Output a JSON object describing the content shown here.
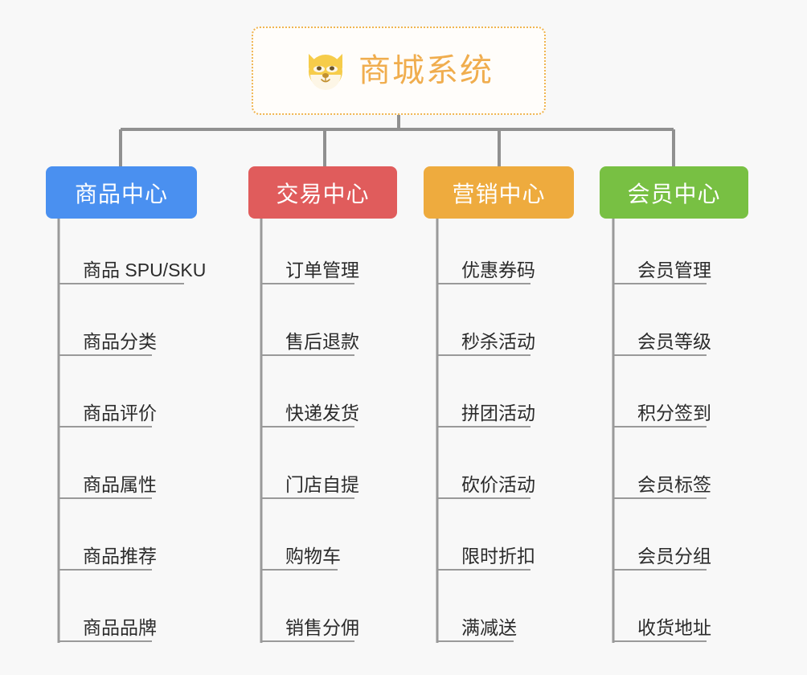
{
  "background_color": "#f8f8f8",
  "root": {
    "icon": "dog-face-emoji",
    "title": "商城系统",
    "border_color": "#f0b551",
    "text_color": "#f0ad4e"
  },
  "connector_color": "#909090",
  "underline_color": "#9a9a9a",
  "branches": [
    {
      "label": "商品中心",
      "color": "#4a90f0",
      "items": [
        "商品 SPU/SKU",
        "商品分类",
        "商品评价",
        "商品属性",
        "商品推荐",
        "商品品牌"
      ]
    },
    {
      "label": "交易中心",
      "color": "#e05c5c",
      "items": [
        "订单管理",
        "售后退款",
        "快递发货",
        "门店自提",
        "购物车",
        "销售分佣"
      ]
    },
    {
      "label": "营销中心",
      "color": "#eeab3e",
      "items": [
        "优惠券码",
        "秒杀活动",
        "拼团活动",
        "砍价活动",
        "限时折扣",
        "满减送"
      ]
    },
    {
      "label": "会员中心",
      "color": "#78c043",
      "items": [
        "会员管理",
        "会员等级",
        "积分签到",
        "会员标签",
        "会员分组",
        "收货地址"
      ]
    }
  ]
}
